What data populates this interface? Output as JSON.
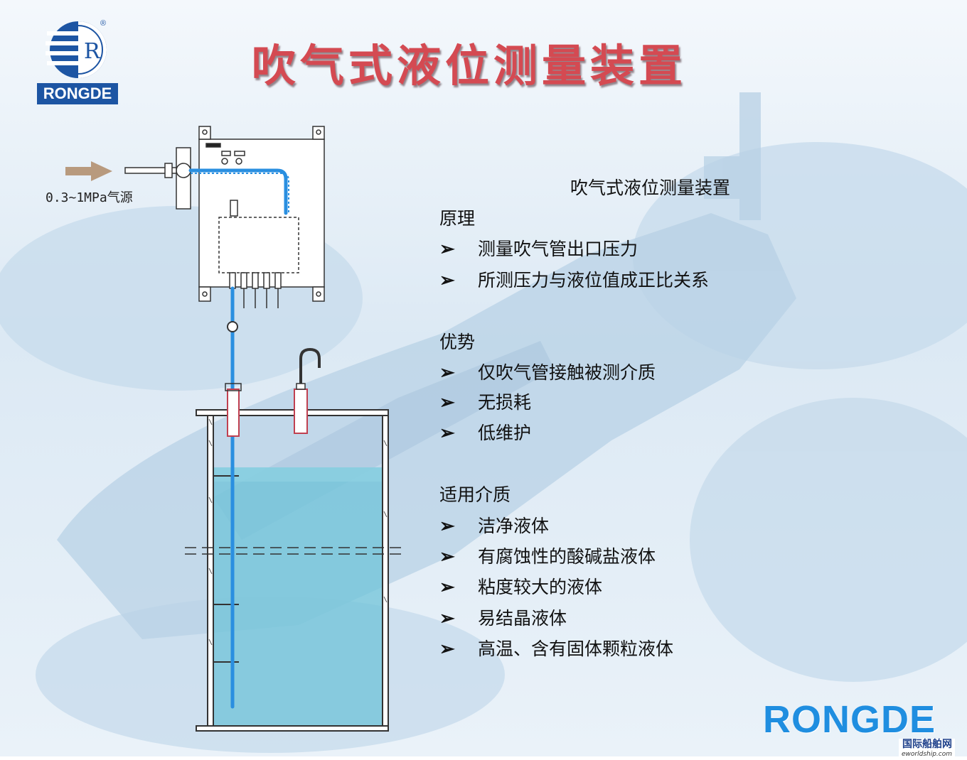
{
  "title": "吹气式液位测量装置",
  "logo": {
    "text": "RONGDE",
    "mark": "R",
    "registered": "®"
  },
  "brand": "RONGDE",
  "watermark": {
    "cn": "国际船舶网",
    "en": "eworldship.com"
  },
  "diagram": {
    "air_source_label": "0.3~1MPa气源"
  },
  "panel": {
    "title": "吹气式液位测量装置",
    "bullet_icon": "arrow-bullet-icon",
    "sections": [
      {
        "heading": "原理",
        "items": [
          "测量吹气管出口压力",
          "所测压力与液位值成正比关系"
        ]
      },
      {
        "heading": "优势",
        "items": [
          "仅吹气管接触被测介质",
          "无损耗",
          "低维护"
        ]
      },
      {
        "heading": "适用介质",
        "items": [
          "洁净液体",
          "有腐蚀性的酸碱盐液体",
          "粘度较大的液体",
          "易结晶液体",
          "高温、含有固体颗粒液体"
        ]
      }
    ]
  },
  "colors": {
    "title": "#d44a52",
    "logo_blue": "#1d55a3",
    "brand_blue": "#1f8ee0",
    "pipe": "#2a8fe0",
    "liquid": "#6fc3d8"
  }
}
